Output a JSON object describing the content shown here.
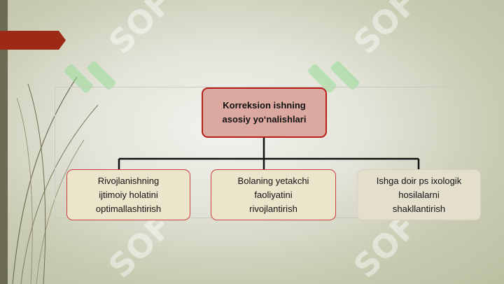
{
  "diagram": {
    "root": {
      "label": "Korreksion ishning\nasosiy yo‘nalishlari"
    },
    "children": [
      {
        "label": "Rivojlanishning\nijtimoiy holatini\noptimallashtirish"
      },
      {
        "label": "Bolaning yetakchi\nfaoliyatini\nrivojlantirish"
      },
      {
        "label": "Ishga doir ps    ixologik\nhosilalarni\nshakllantirish"
      }
    ]
  },
  "watermark": {
    "text": "SOF"
  },
  "colors": {
    "accent_ribbon": "#9c2a17",
    "root_fill": "#dba9a0",
    "root_border": "#b5201c",
    "child_fill": "#ede4cc",
    "child_border": "#c54040",
    "watermark_green": "#9fd9a0"
  }
}
